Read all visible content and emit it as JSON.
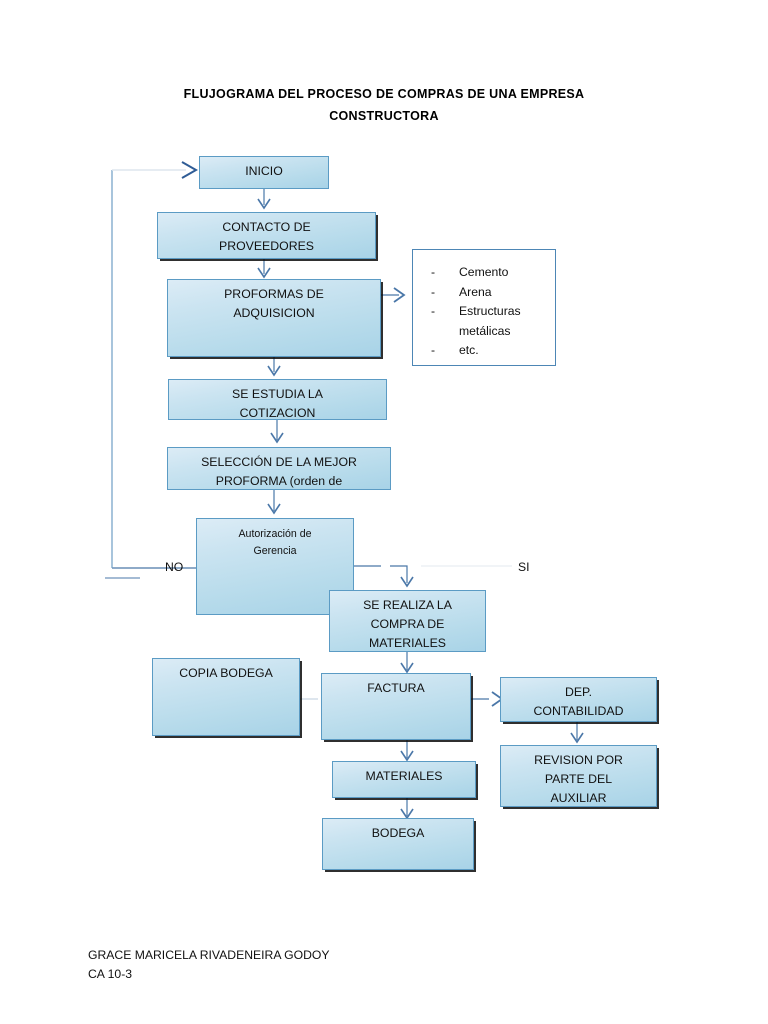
{
  "document": {
    "title_line1": "FLUJOGRAMA DEL PROCESO DE COMPRAS DE UNA EMPRESA",
    "title_line2": "CONSTRUCTORA",
    "title_full": "FLUJOGRAMA DEL PROCESO DE COMPRAS DE UNA EMPRESA CONSTRUCTORA",
    "footer": "GRACE MARICELA RIVADENEIRA GODOY\nCA 10-3",
    "footer_author": "GRACE MARICELA RIVADENEIRA GODOY",
    "footer_course": "CA 10-3"
  },
  "colors": {
    "box_border": "#5b9bc4",
    "box_fill_top": "#dcecf6",
    "box_fill_bottom": "#a8d3e7",
    "connector": "#4a77a8",
    "loop_line": "#c9d7e4",
    "listbox_border": "#4d86b5",
    "text": "#111111",
    "page_background": "#ffffff"
  },
  "nodes": {
    "inicio": {
      "label": "INICIO"
    },
    "contacto": {
      "label": "CONTACTO DE\nPROVEEDORES"
    },
    "proformas": {
      "label": "PROFORMAS DE\nADQUISICION"
    },
    "cotizacion": {
      "label": "SE ESTUDIA LA\nCOTIZACION"
    },
    "seleccion": {
      "label": "SELECCIÓN DE LA MEJOR\nPROFORMA (orden de"
    },
    "autorizacion": {
      "label": "Autorización de\nGerencia"
    },
    "compra": {
      "label": "SE REALIZA LA\nCOMPRA DE\nMATERIALES"
    },
    "copia_bodega": {
      "label": "COPIA BODEGA"
    },
    "factura": {
      "label": "FACTURA"
    },
    "dep_contabilidad": {
      "label": "DEP.\nCONTABILIDAD"
    },
    "revision": {
      "label": "REVISION POR\nPARTE DEL\nAUXILIAR"
    },
    "materiales": {
      "label": "MATERIALES"
    },
    "bodega": {
      "label": "BODEGA"
    }
  },
  "materials_list": {
    "bullet": "-",
    "items": [
      "Cemento",
      "Arena",
      "Estructuras\nmetálicas",
      "etc."
    ],
    "item_1": "Cemento",
    "item_2": "Arena",
    "item_3": "Estructuras\nmetálicas",
    "item_4": "etc."
  },
  "branch_labels": {
    "no": "NO",
    "si": "SI"
  }
}
